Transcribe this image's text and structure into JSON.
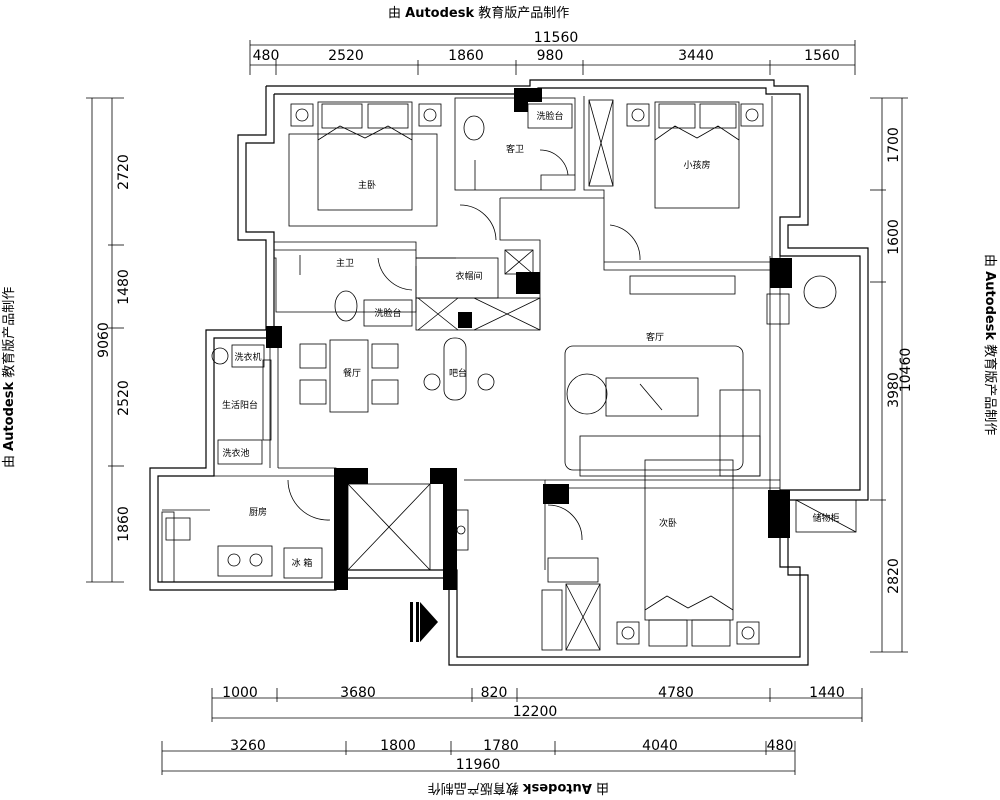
{
  "watermark": {
    "prefix": "由",
    "brand": "Autodesk",
    "suffix": "教育版产品制作"
  },
  "dimensions": {
    "top_total": "11560",
    "top_segments": [
      "480",
      "2520",
      "1860",
      "980",
      "3440",
      "1560"
    ],
    "bottom1_total": "12200",
    "bottom1_segments": [
      "1000",
      "3680",
      "820",
      "4780",
      "1440"
    ],
    "bottom2_total": "11960",
    "bottom2_segments": [
      "3260",
      "1800",
      "1780",
      "4040",
      "480"
    ],
    "left_total": "9060",
    "left_segments": [
      "2720",
      "1480",
      "2520",
      "1860"
    ],
    "right_total": "10460",
    "right_segments": [
      "1700",
      "1600",
      "3980",
      "2820"
    ]
  },
  "rooms": {
    "master_bedroom": "主卧",
    "guest_bath": "客卫",
    "washbasin_top": "洗脸台",
    "child_room": "小孩房",
    "master_bath": "主卫",
    "cloakroom": "衣帽间",
    "washbasin_master": "洗脸台",
    "washer": "洗衣机",
    "utility_balcony": "生活阳台",
    "wash_tub": "洗衣池",
    "dining": "餐厅",
    "bar": "吧台",
    "living": "客厅",
    "storage": "储物柜",
    "kitchen": "厨房",
    "fridge": "冰 箱",
    "second_bedroom": "次卧"
  }
}
